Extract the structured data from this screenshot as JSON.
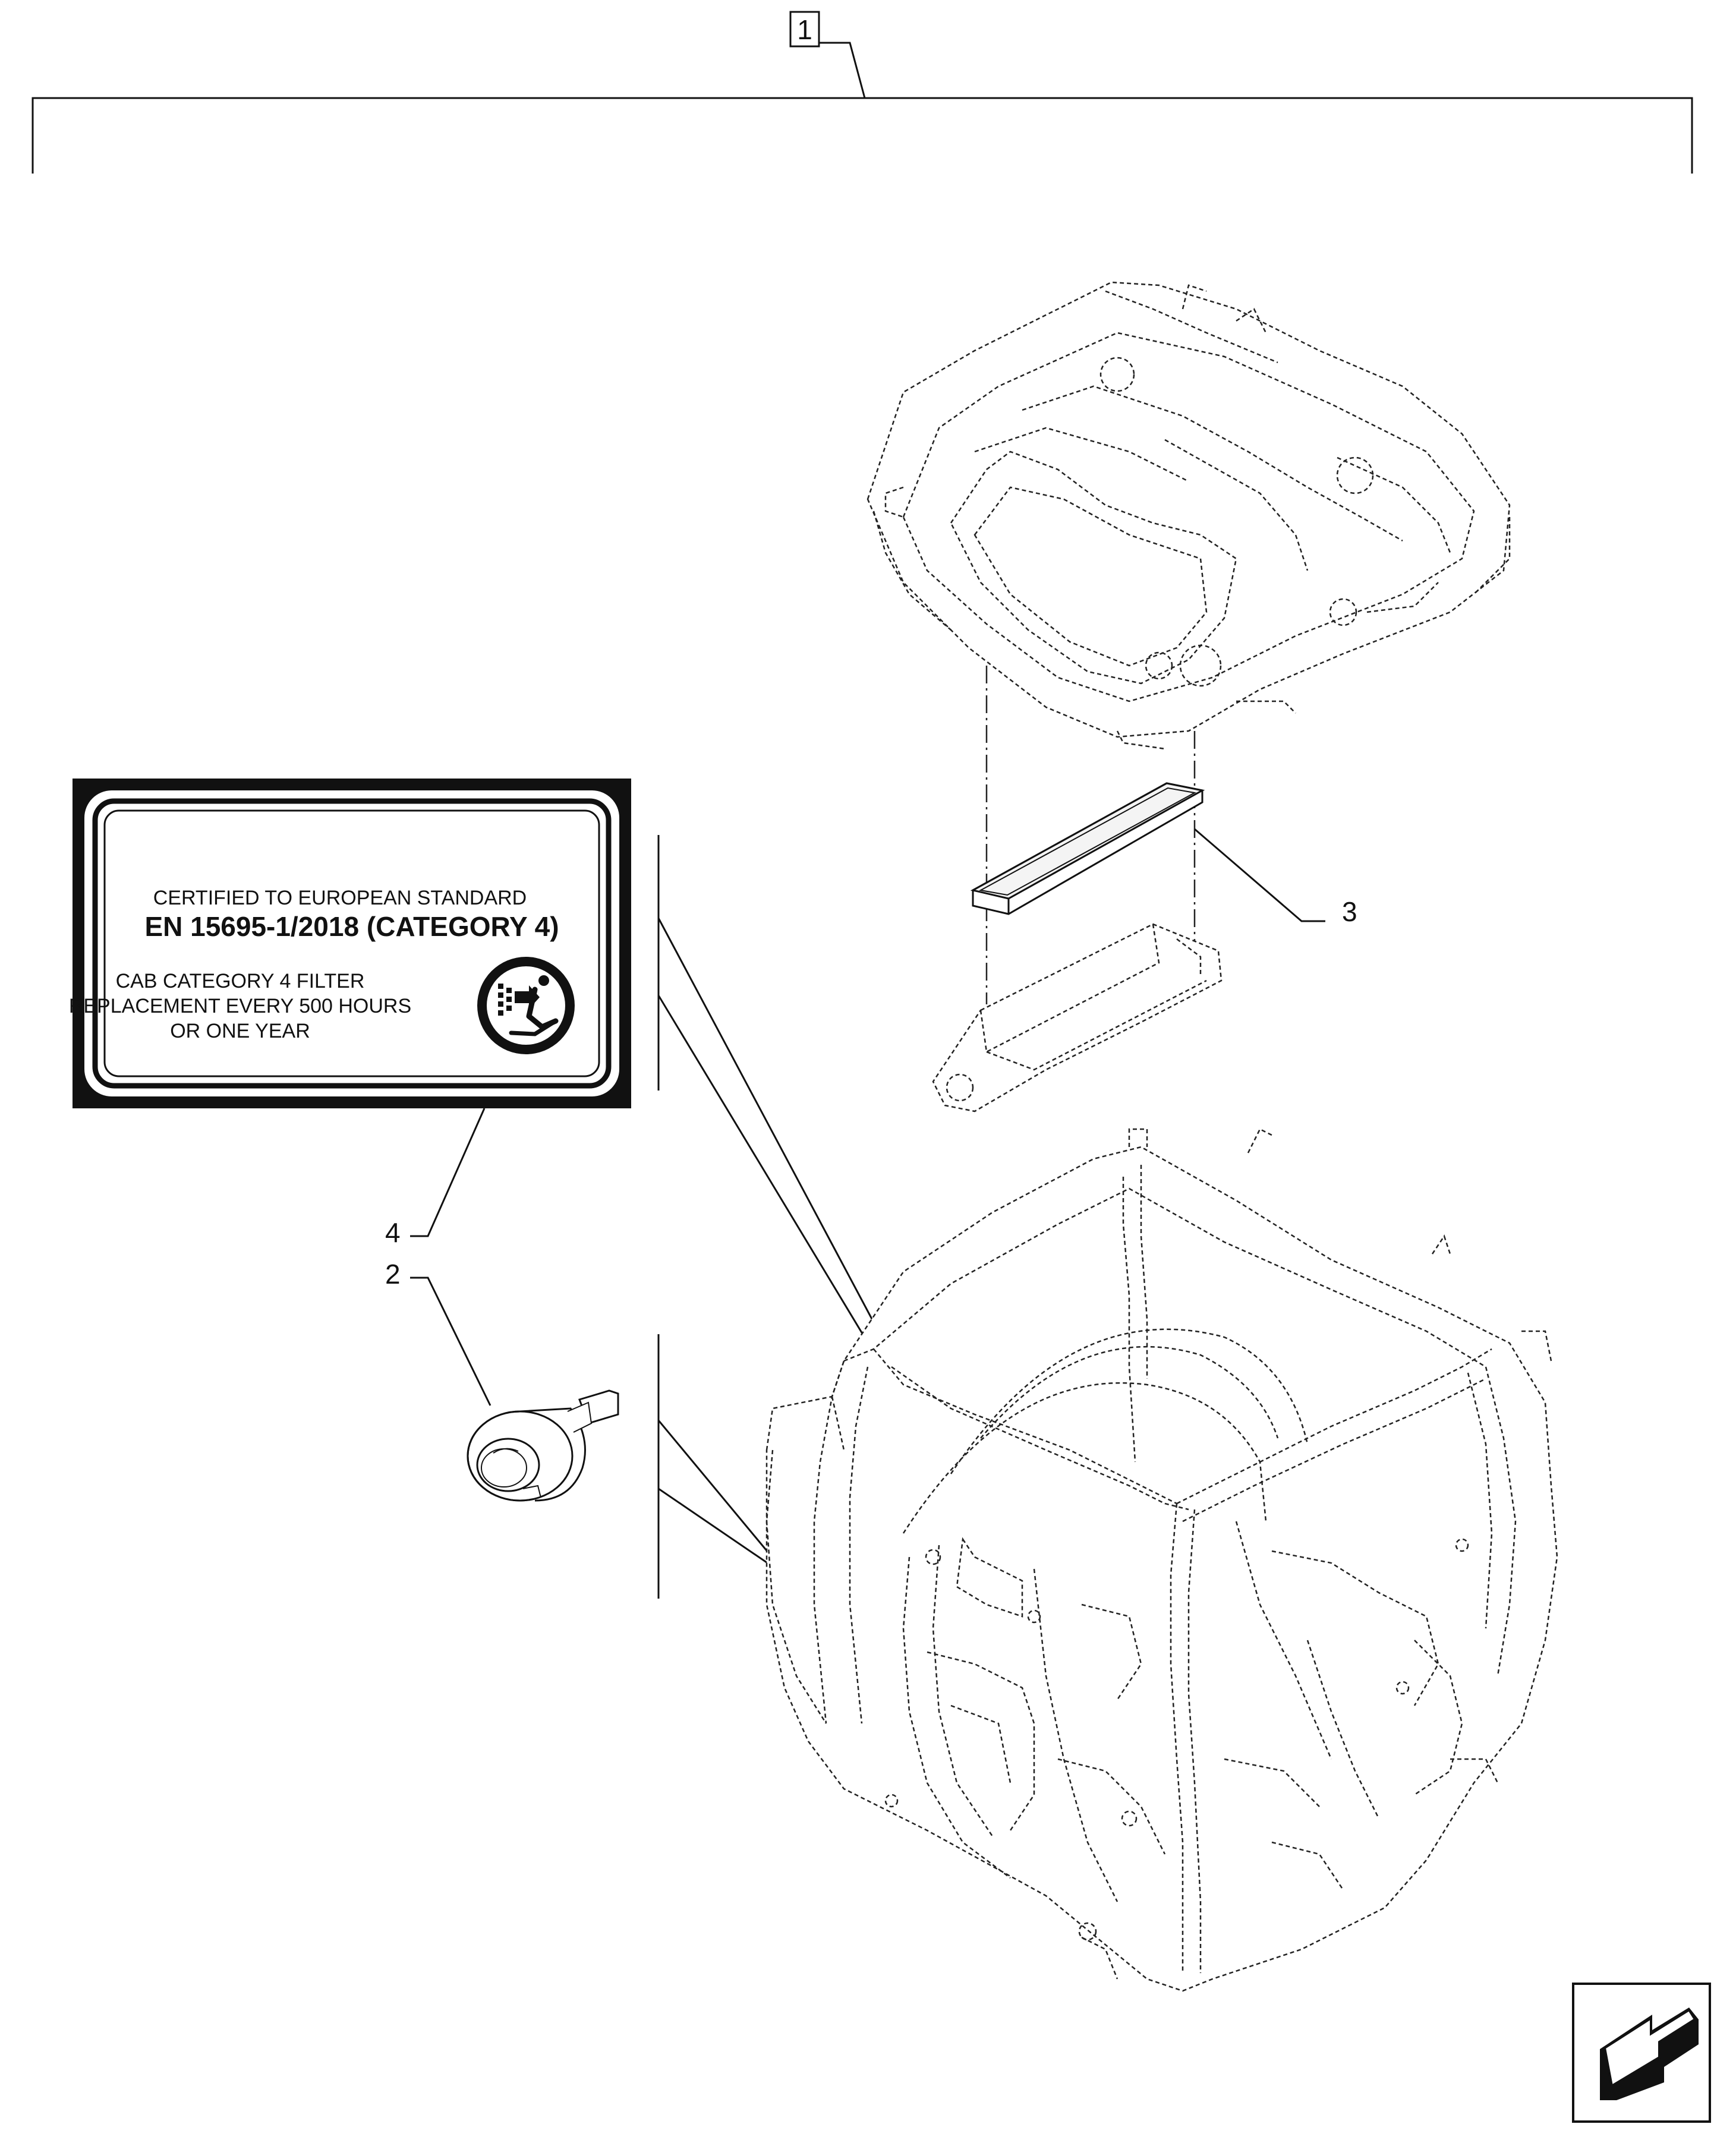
{
  "callouts": {
    "assembly": "1",
    "item_2": "2",
    "item_3": "3",
    "item_4": "4"
  },
  "label": {
    "line1": "CERTIFIED TO EUROPEAN STANDARD",
    "line2": "EN 15695-1/2018  (CATEGORY 4)",
    "line3": "CAB CATEGORY 4 FILTER",
    "line4": "REPLACEMENT EVERY 500 HOURS",
    "line5": "OR ONE YEAR",
    "symbol": "cab-air-filter-icon"
  },
  "navigation": {
    "icon": "view-direction-arrow-icon"
  },
  "colors": {
    "ink": "#111111",
    "label_background": "#111111",
    "label_panel": "#ffffff"
  }
}
